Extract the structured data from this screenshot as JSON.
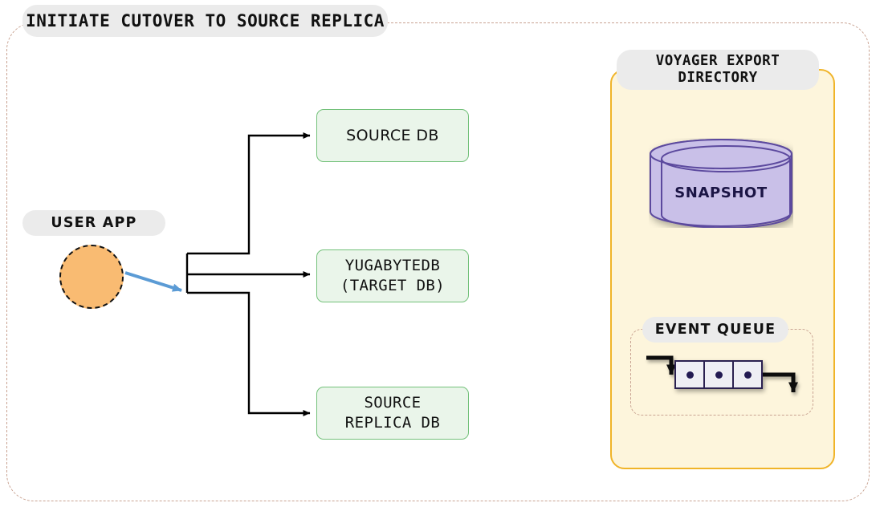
{
  "diagram": {
    "title": "INITIATE CUTOVER TO SOURCE REPLICA",
    "outer_border_color": "#c9a392"
  },
  "user_app": {
    "label": "USER APP",
    "shape": "circle",
    "fill_color": "#f9bb72",
    "border_color": "#111111"
  },
  "databases": [
    {
      "name": "source-db",
      "line1": "SOURCE DB",
      "line2": "",
      "fill_color": "#eaf5ea",
      "border_color": "#73c17a"
    },
    {
      "name": "yugabytedb-target",
      "line1": "YUGABYTEDB",
      "line2": "(TARGET DB)",
      "fill_color": "#eaf5ea",
      "border_color": "#73c17a"
    },
    {
      "name": "source-replica-db",
      "line1": "SOURCE",
      "line2": "REPLICA DB",
      "fill_color": "#eaf5ea",
      "border_color": "#73c17a"
    }
  ],
  "voyager_panel": {
    "label_line1": "VOYAGER EXPORT",
    "label_line2": "DIRECTORY",
    "fill_color": "#fdf5dc",
    "border_color": "#f0b429"
  },
  "snapshot": {
    "label": "SNAPSHOT",
    "fill_color": "#c9c0e8",
    "border_color": "#5b4a9e"
  },
  "event_queue": {
    "label": "EVENT QUEUE",
    "cell_count": 3,
    "cell_fill_color": "#eeeef4",
    "cell_border_color": "#2b2150",
    "dot_color": "#231a52"
  },
  "connectors": {
    "user_app_arrow_color": "#5b9bd5",
    "flow_arrow_color": "#000000"
  }
}
